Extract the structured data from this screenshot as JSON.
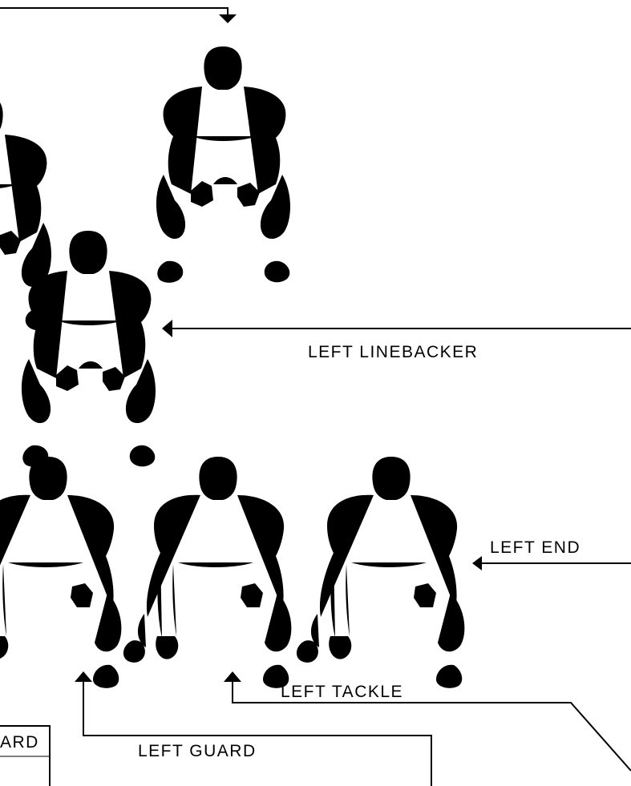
{
  "labels": {
    "left_linebacker": "LEFT LINEBACKER",
    "left_end": "LEFT END",
    "left_tackle": "LEFT TACKLE",
    "left_guard": "LEFT GUARD",
    "partial_guard": "ARD"
  }
}
